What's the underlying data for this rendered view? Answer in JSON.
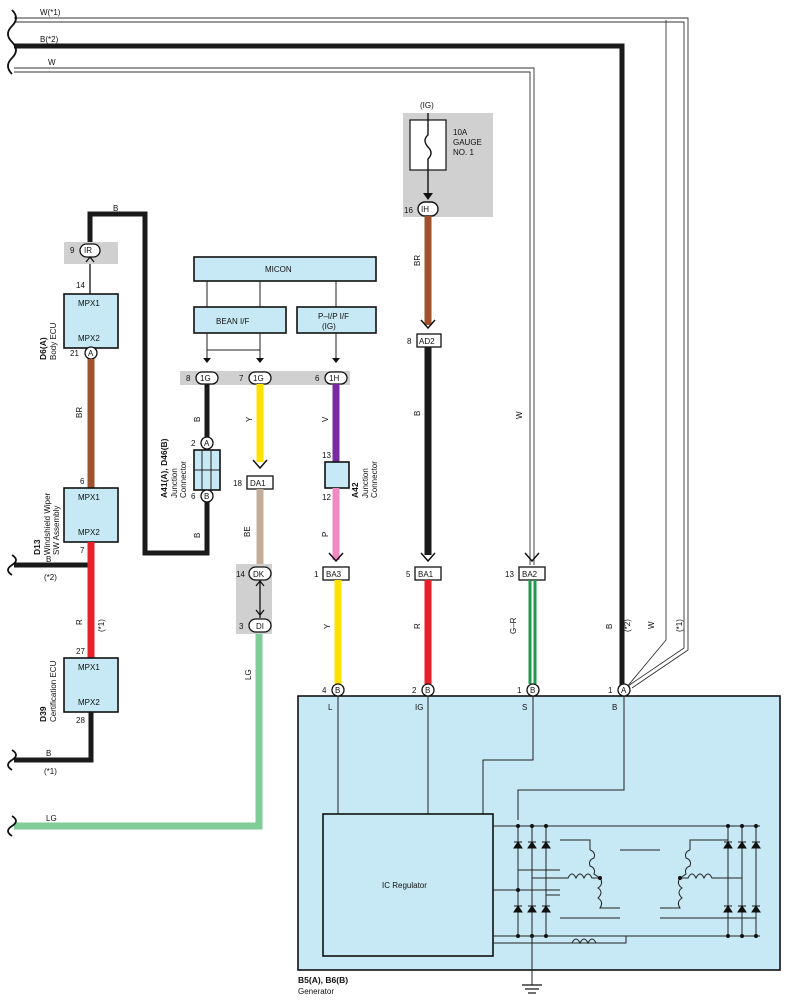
{
  "wires_top": [
    {
      "label": "W(*1)"
    },
    {
      "label": "B(*2)"
    },
    {
      "label": "W"
    }
  ],
  "fuse": {
    "supply": "(IG)",
    "rating": "10A",
    "name1": "GAUGE",
    "name2": "NO. 1",
    "conn": "IH",
    "pin": "16"
  },
  "ecu_body": {
    "code": "D6(A)",
    "name": "Body ECU",
    "mpx1": "MPX1",
    "mpx2": "MPX2",
    "pin_top": "14",
    "pin_bottom": "21",
    "conn_bottom": "A",
    "ir_pin": "9",
    "ir_conn": "IR"
  },
  "wiper_sw": {
    "code": "D13",
    "name1": "Windshield Wiper",
    "name2": "SW Assembly",
    "mpx1": "MPX1",
    "mpx2": "MPX2",
    "pin_top": "6",
    "pin_bottom": "7",
    "left_wire": "B",
    "left_note": "(*2)"
  },
  "cert_ecu": {
    "code": "D39",
    "name": "Certification ECU",
    "mpx1": "MPX1",
    "mpx2": "MPX2",
    "pin_top": "27",
    "pin_bottom": "28",
    "left_wire": "B",
    "left_note": "(*1)"
  },
  "micon": {
    "label": "MICON",
    "bean": "BEAN I/F",
    "pip1": "P–I/P I/F",
    "pip2": "(IG)"
  },
  "junction_bar": [
    {
      "pin": "8",
      "conn": "1G"
    },
    {
      "pin": "7",
      "conn": "1G"
    },
    {
      "pin": "6",
      "conn": "1H"
    }
  ],
  "jc_a41": {
    "code": "A41(A), D46(B)",
    "name1": "Junction",
    "name2": "Connector",
    "pin_a": "2",
    "conn_a": "A",
    "pin_b": "6",
    "conn_b": "B"
  },
  "jc_a42": {
    "code": "A42",
    "name1": "Junction",
    "name2": "Connector",
    "pin_top": "13",
    "pin_bottom": "12"
  },
  "wire_labels": {
    "b_top": "B",
    "br_left": "BR",
    "r_left": "R",
    "r_note": "(*1)",
    "b_a41_top": "B",
    "b_a41_bottom": "B",
    "y_top": "Y",
    "v_top": "V",
    "be": "BE",
    "p": "P",
    "lg": "LG",
    "lg_bottom": "LG",
    "y_bottom": "Y",
    "r_bottom": "R",
    "gr": "G–R",
    "br_right": "BR",
    "b_right": "B",
    "w_right": "W",
    "b_gen": "B",
    "b_gen_note": "(*2)",
    "w_gen": "W",
    "w_gen_note": "(*1)"
  },
  "connectors": {
    "da1": {
      "pin": "18",
      "conn": "DA1"
    },
    "dk": {
      "pin": "14",
      "conn": "DK"
    },
    "di": {
      "pin": "3",
      "conn": "DI"
    },
    "ad2": {
      "pin": "8",
      "conn": "AD2"
    },
    "ba3": {
      "pin": "1",
      "conn": "BA3"
    },
    "ba1": {
      "pin": "5",
      "conn": "BA1"
    },
    "ba2": {
      "pin": "13",
      "conn": "BA2"
    }
  },
  "generator": {
    "code": "B5(A), B6(B)",
    "name": "Generator",
    "regulator": "IC Regulator",
    "terminals": [
      {
        "pin": "4",
        "conn": "B",
        "label": "L"
      },
      {
        "pin": "2",
        "conn": "B",
        "label": "IG"
      },
      {
        "pin": "1",
        "conn": "B",
        "label": "S"
      },
      {
        "pin": "1",
        "conn": "A",
        "label": "B"
      }
    ]
  },
  "colors": {
    "black": "#1a1a1a",
    "brown": "#a0522d",
    "red": "#e8202a",
    "yellow": "#ffe000",
    "violet": "#7a2aa0",
    "pink": "#f08ac0",
    "beige": "#c2ad99",
    "lightgreen": "#7fcc96",
    "green": "#1e9a4a",
    "box": "#c6e9f5",
    "gray": "#d0d0d0"
  }
}
